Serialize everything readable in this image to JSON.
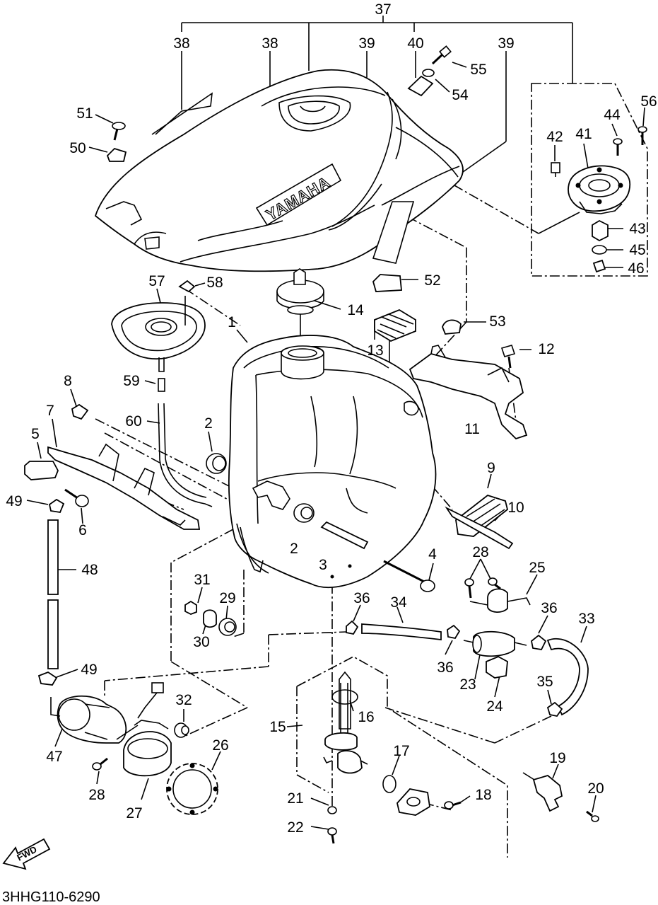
{
  "diagram": {
    "brand_text": "YAMAHA",
    "fwd_text": "FWD",
    "code": "3HHG110-6290",
    "labels": [
      "37",
      "38",
      "38",
      "39",
      "40",
      "39",
      "55",
      "54",
      "56",
      "51",
      "44",
      "42",
      "41",
      "50",
      "43",
      "45",
      "46",
      "57",
      "58",
      "52",
      "14",
      "53",
      "1",
      "12",
      "13",
      "8",
      "59",
      "11",
      "7",
      "60",
      "2",
      "5",
      "9",
      "10",
      "49",
      "6",
      "2",
      "3",
      "4",
      "28",
      "48",
      "25",
      "31",
      "29",
      "36",
      "34",
      "36",
      "33",
      "30",
      "36",
      "23",
      "24",
      "49",
      "35",
      "32",
      "16",
      "15",
      "26",
      "17",
      "47",
      "19",
      "21",
      "18",
      "28",
      "20",
      "27",
      "22"
    ]
  }
}
